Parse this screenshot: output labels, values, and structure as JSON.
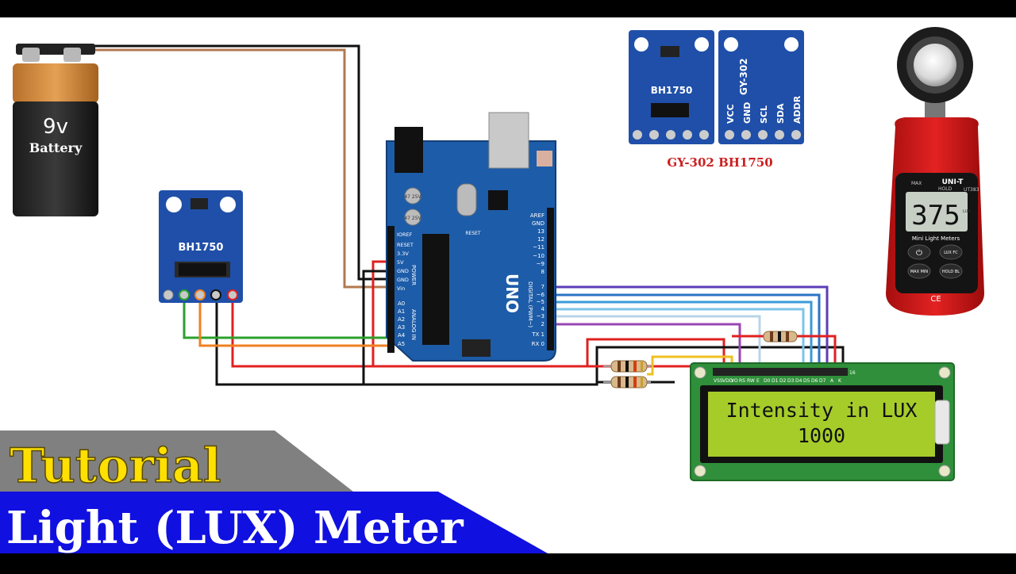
{
  "battery": {
    "voltage": "9v",
    "label": "Battery"
  },
  "sensor": {
    "chip_label": "BH1750",
    "pin_labels": [
      "VCC",
      "GND",
      "SCL",
      "SDA",
      "ADDR"
    ],
    "module_caption": "GY-302 BH1750",
    "module_name": "GY-302"
  },
  "arduino": {
    "model": "UNO",
    "power_pins": [
      "IOREF",
      "RESET",
      "3.3V",
      "5V",
      "GND",
      "GND",
      "Vin"
    ],
    "analog_pins": [
      "A0",
      "A1",
      "A2",
      "A3",
      "A4",
      "A5"
    ],
    "digital_pins": [
      "AREF",
      "GND",
      "13",
      "12",
      "~11",
      "~10",
      "~9",
      "8",
      "7",
      "~6",
      "~5",
      "4",
      "~3",
      "2",
      "TX 1",
      "RX 0"
    ],
    "section_power": "POWER",
    "section_analog": "ANALOG IN",
    "section_digital": "DIGITAL (PWM~)",
    "reset_label": "RESET",
    "cap_label": "47 25V"
  },
  "lcd": {
    "line1": "Intensity in LUX",
    "line2": "1000",
    "pin_labels": [
      "VSS",
      "VDD",
      "VO",
      "RS",
      "RW",
      "E",
      "D0",
      "D1",
      "D2",
      "D3",
      "D4",
      "D5",
      "D6",
      "D7",
      "A",
      "K"
    ],
    "pin_count_label": "16"
  },
  "lux_meter": {
    "brand": "UNI-T",
    "model": "UT383",
    "reading": "375",
    "title": "Mini Light Meters",
    "unit": "LUX",
    "buttons": [
      "⏻",
      "LUX FC",
      "MAX MIN",
      "HOLD BL"
    ],
    "ce_mark": "CE",
    "max_label": "MAX",
    "hold_label": "HOLD"
  },
  "banner": {
    "line1": "Tutorial",
    "line2": "Light (LUX) Meter"
  },
  "colors": {
    "wire_red": "#e02020",
    "wire_black": "#111111",
    "wire_green": "#2ca02c",
    "wire_orange": "#f08020",
    "wire_brown": "#b07850",
    "wire_yellow": "#f0c020",
    "pcb_blue": "#1f4fa8",
    "lcd_green": "#a6cc2a",
    "banner_blue": "#1010e0",
    "banner_gray": "#808080",
    "banner_yellow": "#ffe000"
  }
}
